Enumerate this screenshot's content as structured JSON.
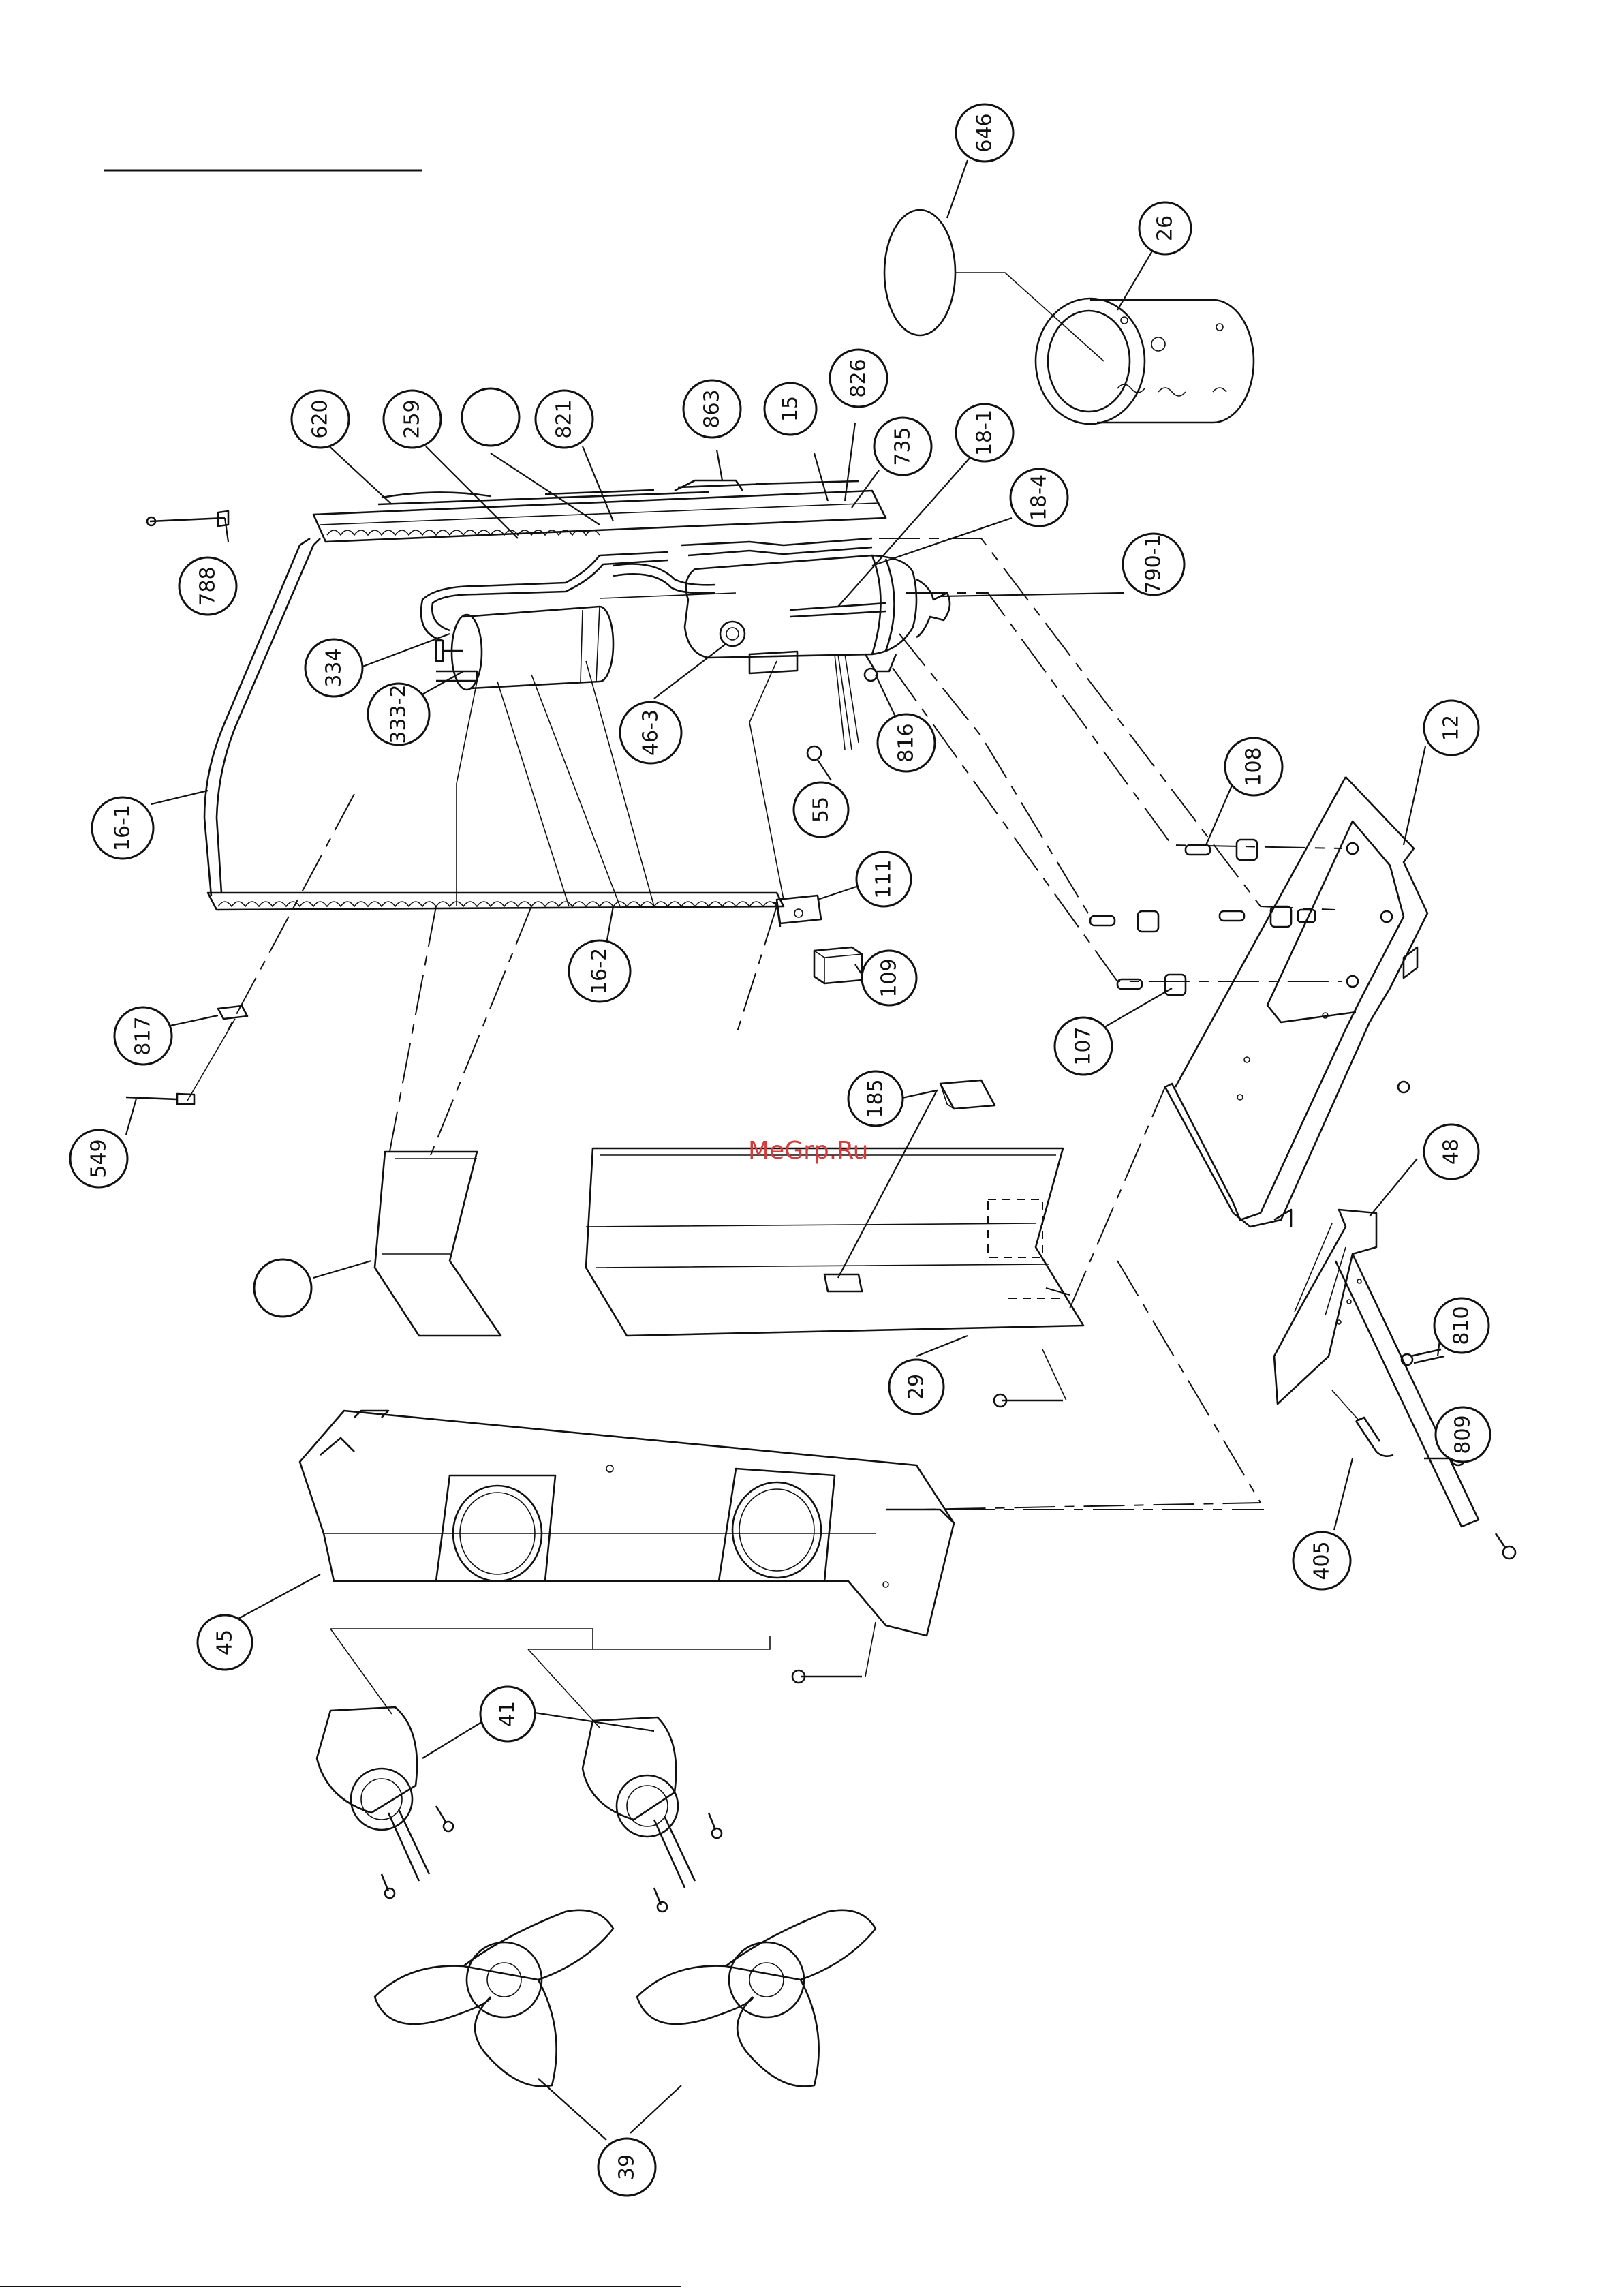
{
  "watermark": "MeGrp.Ru",
  "callouts": [
    {
      "id": "646",
      "label": "646"
    },
    {
      "id": "26",
      "label": "26"
    },
    {
      "id": "620",
      "label": "620"
    },
    {
      "id": "259",
      "label": "259"
    },
    {
      "id": "blank-top",
      "label": ""
    },
    {
      "id": "821",
      "label": "821"
    },
    {
      "id": "863",
      "label": "863"
    },
    {
      "id": "15",
      "label": "15"
    },
    {
      "id": "826",
      "label": "826"
    },
    {
      "id": "735",
      "label": "735"
    },
    {
      "id": "18-1",
      "label": "18-1"
    },
    {
      "id": "18-4",
      "label": "18-4"
    },
    {
      "id": "790-1",
      "label": "790-1"
    },
    {
      "id": "788",
      "label": "788"
    },
    {
      "id": "334",
      "label": "334"
    },
    {
      "id": "333-2",
      "label": "333-2"
    },
    {
      "id": "46-3",
      "label": "46-3"
    },
    {
      "id": "816",
      "label": "816"
    },
    {
      "id": "55",
      "label": "55"
    },
    {
      "id": "108",
      "label": "108"
    },
    {
      "id": "12",
      "label": "12"
    },
    {
      "id": "16-1",
      "label": "16-1"
    },
    {
      "id": "111",
      "label": "111"
    },
    {
      "id": "16-2",
      "label": "16-2"
    },
    {
      "id": "109",
      "label": "109"
    },
    {
      "id": "107",
      "label": "107"
    },
    {
      "id": "817",
      "label": "817"
    },
    {
      "id": "549",
      "label": "549"
    },
    {
      "id": "185",
      "label": "185"
    },
    {
      "id": "48",
      "label": "48"
    },
    {
      "id": "blank-mid",
      "label": ""
    },
    {
      "id": "810",
      "label": "810"
    },
    {
      "id": "29",
      "label": "29"
    },
    {
      "id": "809",
      "label": "809"
    },
    {
      "id": "405",
      "label": "405"
    },
    {
      "id": "45",
      "label": "45"
    },
    {
      "id": "41",
      "label": "41"
    },
    {
      "id": "39",
      "label": "39"
    }
  ]
}
